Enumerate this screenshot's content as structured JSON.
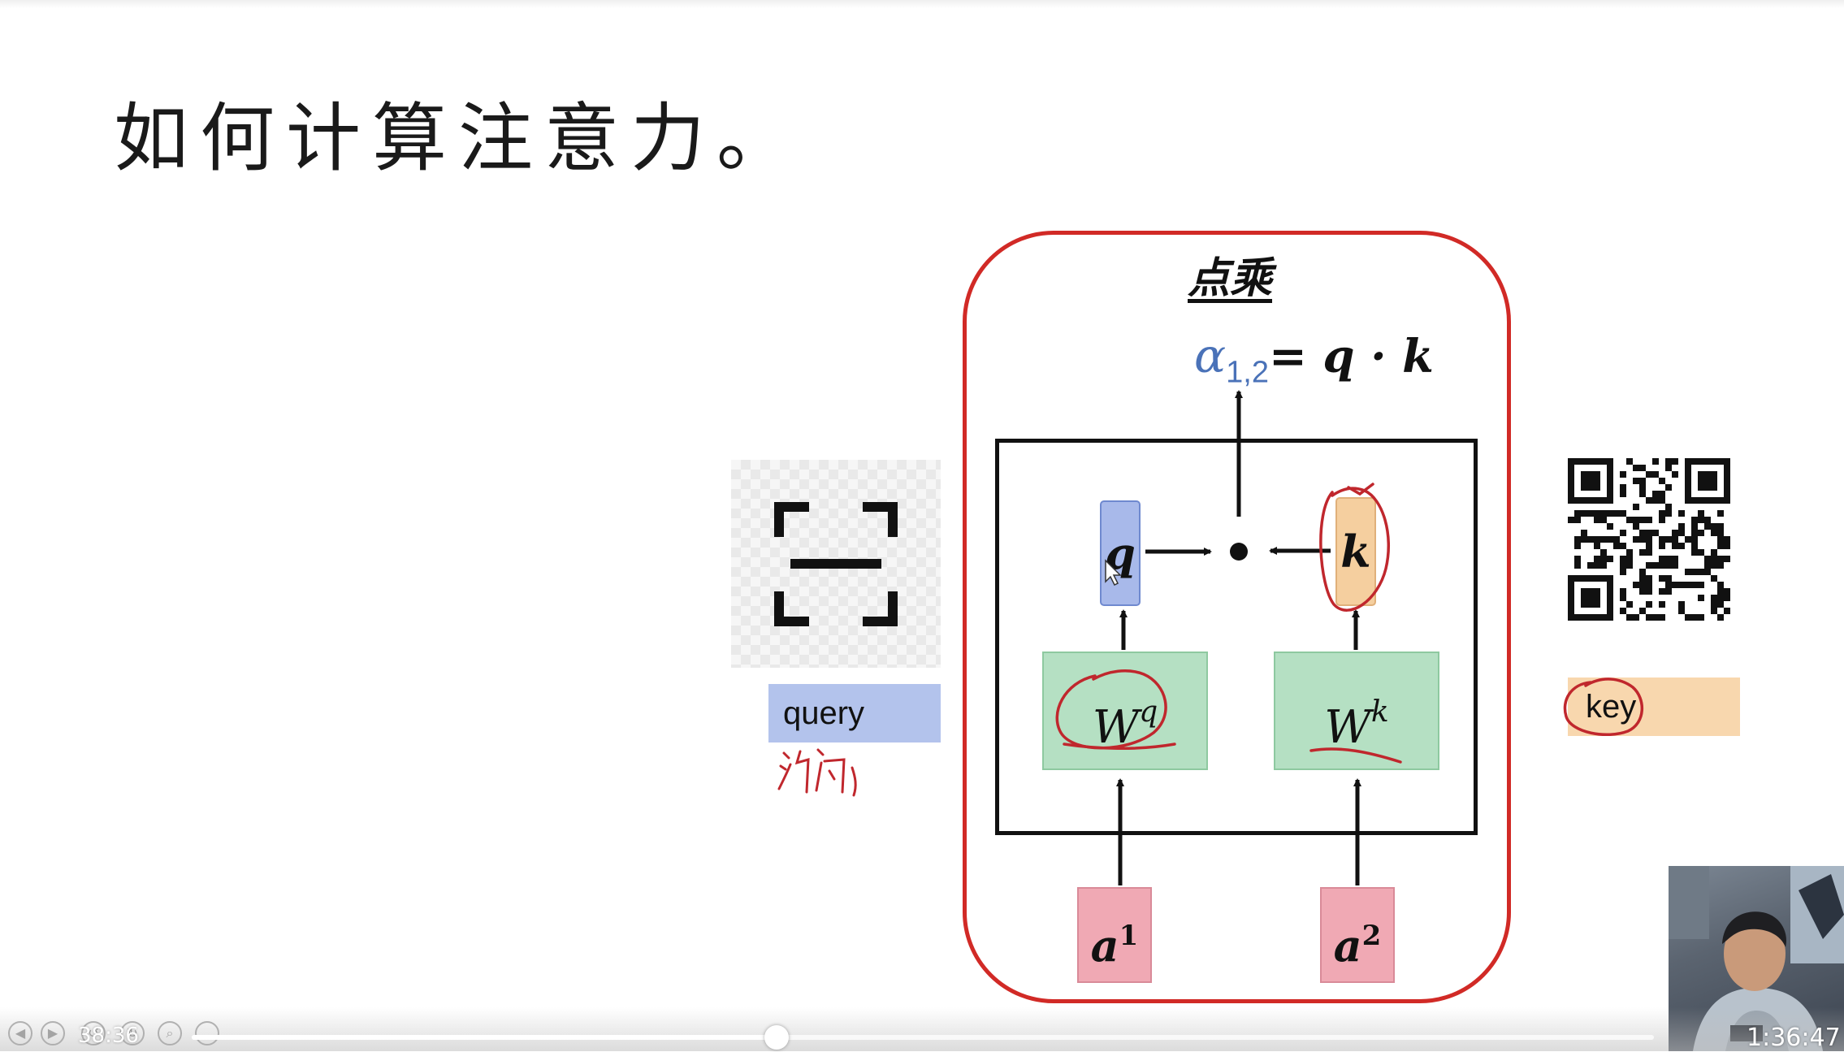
{
  "slide": {
    "title": "如何计算注意力。",
    "query_label": "query",
    "key_label": "key",
    "dot_product_title": "点乘",
    "formula": {
      "alpha": "α",
      "alpha_subscript": "1,2",
      "rhs": "= q · k"
    },
    "q_vector": "q",
    "k_vector": "k",
    "wq": {
      "base": "W",
      "sup": "q"
    },
    "wk": {
      "base": "W",
      "sup": "k"
    },
    "a1": {
      "base": "a",
      "sup": "1"
    },
    "a2": {
      "base": "a",
      "sup": "2"
    }
  },
  "player": {
    "current_time": "38:36",
    "total_time": "1:36:47",
    "progress": 0.4
  },
  "colors": {
    "frame_red": "#d12a26",
    "formula_blue": "#4a72b8",
    "query_blue": "#b3c3ec",
    "key_orange": "#f8d7ae",
    "w_green": "#b5e0c3",
    "a_pink": "#f0a9b4"
  }
}
